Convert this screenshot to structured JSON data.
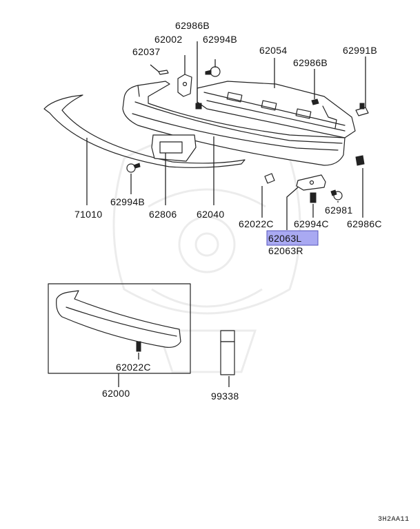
{
  "parts": {
    "p62986B_top": "62986B",
    "p62002": "62002",
    "p62994B_top": "62994B",
    "p62037": "62037",
    "p62054": "62054",
    "p62991B": "62991B",
    "p62986B_right": "62986B",
    "p71010": "71010",
    "p62994B_left": "62994B",
    "p62806": "62806",
    "p62040": "62040",
    "p62022C_mid": "62022C",
    "p62994C": "62994C",
    "p62981": "62981",
    "p62986C": "62986C",
    "p62063L": "62063L",
    "p62063R": "62063R",
    "p62022C_low": "62022C",
    "p62000": "62000",
    "p99338": "99338"
  },
  "highlight": {
    "part": "62063L",
    "color": "#a9a9f2"
  },
  "footer": {
    "code": "3H2AA11"
  }
}
